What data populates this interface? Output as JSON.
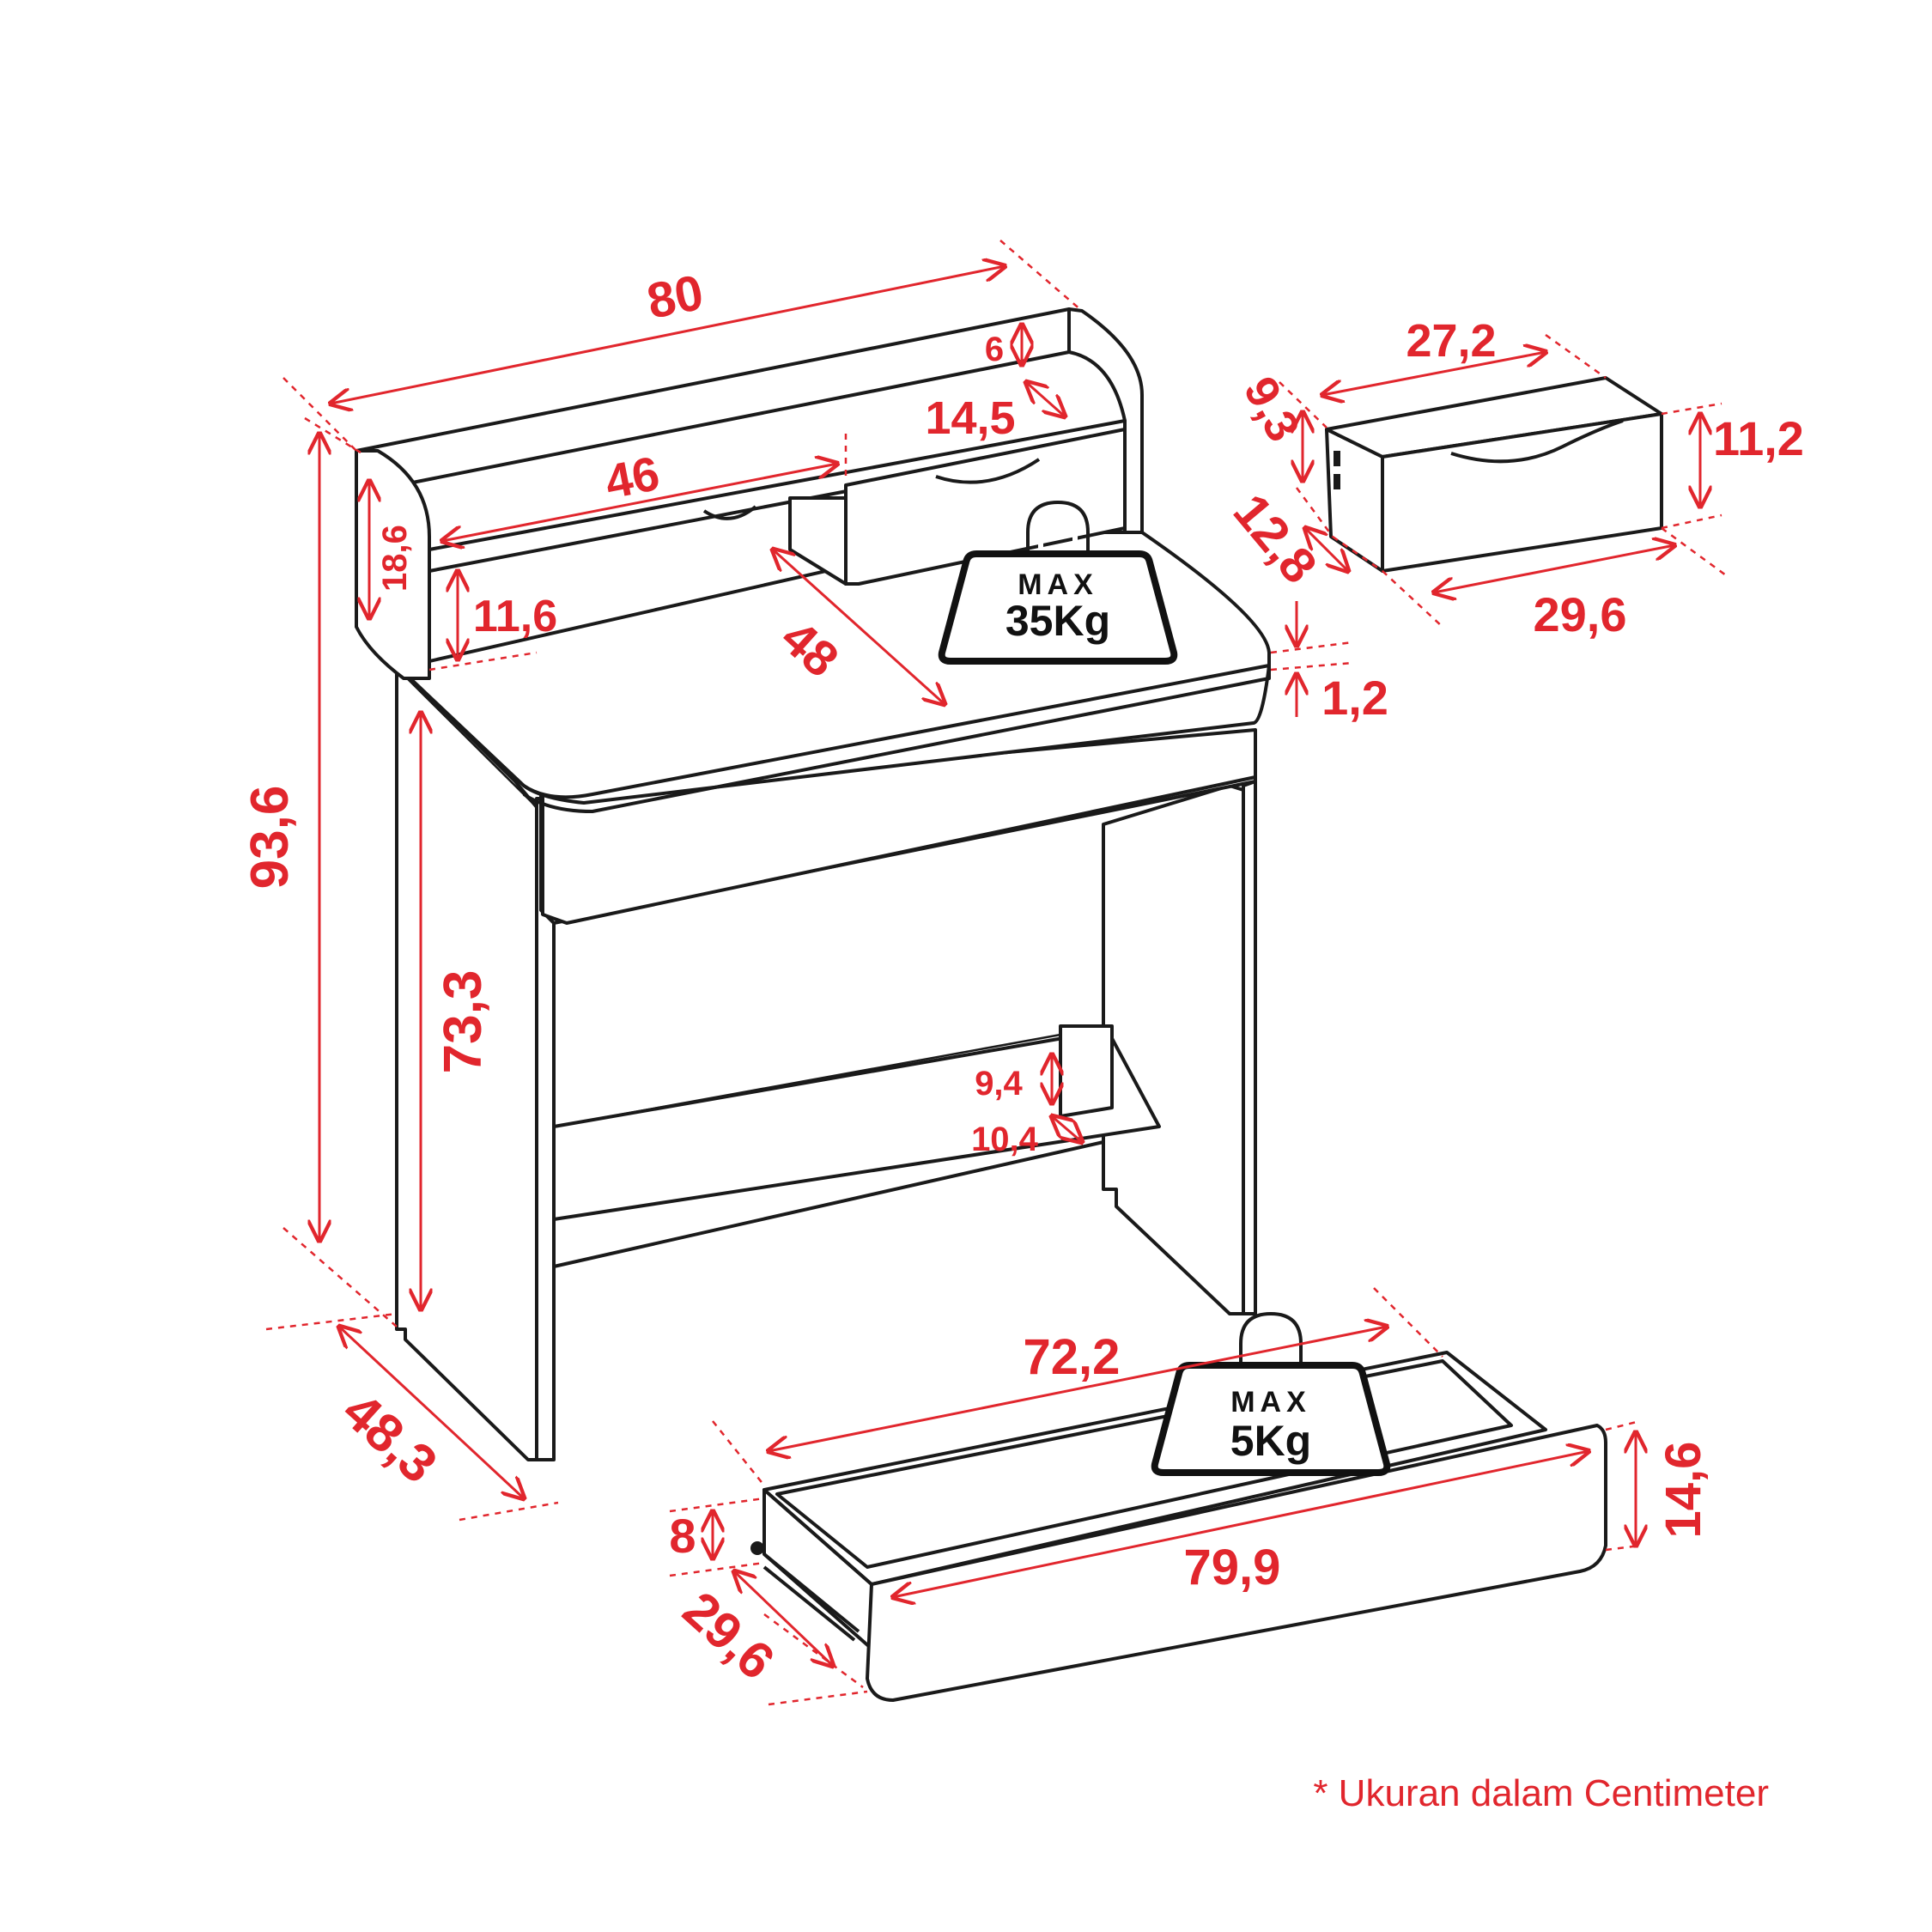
{
  "dimensions": {
    "total_width": "80",
    "total_height": "93,6",
    "total_depth": "48,3",
    "hutch_shelf_width": "46",
    "hutch_height": "18,6",
    "hutch_lower_gap": "11,6",
    "hutch_top_rail": "6",
    "hutch_shelf_depth": "14,5",
    "desk_top_depth": "48",
    "desk_top_thickness": "1,2",
    "leg_height": "73,3",
    "foot_shelf_height": "9,4",
    "foot_shelf_depth": "10,4",
    "small_drawer_width_top": "27,2",
    "small_drawer_height_left": "9,3",
    "small_drawer_height_right": "11,2",
    "small_drawer_depth": "12,8",
    "small_drawer_width_bottom": "29,6",
    "big_drawer_inner_width": "72,2",
    "big_drawer_front_width": "79,9",
    "big_drawer_front_height": "14,6",
    "big_drawer_inner_height": "8",
    "big_drawer_depth": "29,6"
  },
  "weights": {
    "desk": {
      "max_label": "MAX",
      "value": "35Kg"
    },
    "drawer": {
      "max_label": "MAX",
      "value": "5Kg"
    }
  },
  "footnote": "* Ukuran dalam Centimeter"
}
